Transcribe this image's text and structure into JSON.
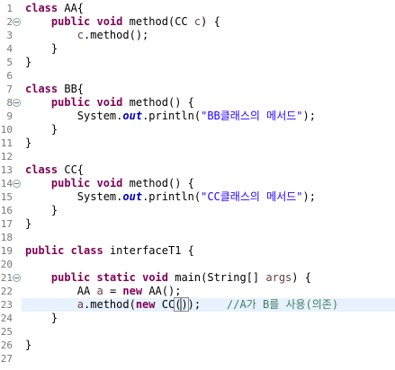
{
  "editor": {
    "current_line": 23,
    "lines": [
      {
        "n": "1",
        "fold": false,
        "tokens": [
          {
            "t": "kw",
            "v": "class"
          },
          {
            "t": "",
            "v": " AA{"
          }
        ]
      },
      {
        "n": "2",
        "fold": true,
        "tokens": [
          {
            "t": "",
            "v": "    "
          },
          {
            "t": "kw",
            "v": "public"
          },
          {
            "t": "",
            "v": " "
          },
          {
            "t": "kw",
            "v": "void"
          },
          {
            "t": "",
            "v": " method(CC "
          },
          {
            "t": "param",
            "v": "c"
          },
          {
            "t": "",
            "v": ") {"
          }
        ]
      },
      {
        "n": "3",
        "fold": false,
        "tokens": [
          {
            "t": "",
            "v": "        "
          },
          {
            "t": "param",
            "v": "c"
          },
          {
            "t": "",
            "v": ".method();"
          }
        ]
      },
      {
        "n": "4",
        "fold": false,
        "tokens": [
          {
            "t": "",
            "v": "    }"
          }
        ]
      },
      {
        "n": "5",
        "fold": false,
        "tokens": [
          {
            "t": "",
            "v": "}"
          }
        ]
      },
      {
        "n": "6",
        "fold": false,
        "tokens": []
      },
      {
        "n": "7",
        "fold": false,
        "tokens": [
          {
            "t": "kw",
            "v": "class"
          },
          {
            "t": "",
            "v": " BB{"
          }
        ]
      },
      {
        "n": "8",
        "fold": true,
        "tokens": [
          {
            "t": "",
            "v": "    "
          },
          {
            "t": "kw",
            "v": "public"
          },
          {
            "t": "",
            "v": " "
          },
          {
            "t": "kw",
            "v": "void"
          },
          {
            "t": "",
            "v": " method() {"
          }
        ]
      },
      {
        "n": "9",
        "fold": false,
        "tokens": [
          {
            "t": "",
            "v": "        System."
          },
          {
            "t": "st",
            "v": "out"
          },
          {
            "t": "",
            "v": ".println("
          },
          {
            "t": "str",
            "v": "\"BB클래스의 메서드\""
          },
          {
            "t": "",
            "v": ");"
          }
        ]
      },
      {
        "n": "10",
        "fold": false,
        "tokens": [
          {
            "t": "",
            "v": "    }"
          }
        ]
      },
      {
        "n": "11",
        "fold": false,
        "tokens": [
          {
            "t": "",
            "v": "}"
          }
        ]
      },
      {
        "n": "12",
        "fold": false,
        "tokens": []
      },
      {
        "n": "13",
        "fold": false,
        "tokens": [
          {
            "t": "kw",
            "v": "class"
          },
          {
            "t": "",
            "v": " CC{"
          }
        ]
      },
      {
        "n": "14",
        "fold": true,
        "tokens": [
          {
            "t": "",
            "v": "    "
          },
          {
            "t": "kw",
            "v": "public"
          },
          {
            "t": "",
            "v": " "
          },
          {
            "t": "kw",
            "v": "void"
          },
          {
            "t": "",
            "v": " method() {"
          }
        ]
      },
      {
        "n": "15",
        "fold": false,
        "tokens": [
          {
            "t": "",
            "v": "        System."
          },
          {
            "t": "st",
            "v": "out"
          },
          {
            "t": "",
            "v": ".println("
          },
          {
            "t": "str",
            "v": "\"CC클래스의 메서드\""
          },
          {
            "t": "",
            "v": ");"
          }
        ]
      },
      {
        "n": "16",
        "fold": false,
        "tokens": [
          {
            "t": "",
            "v": "    }"
          }
        ]
      },
      {
        "n": "17",
        "fold": false,
        "tokens": [
          {
            "t": "",
            "v": "}"
          }
        ]
      },
      {
        "n": "18",
        "fold": false,
        "tokens": []
      },
      {
        "n": "19",
        "fold": false,
        "tokens": [
          {
            "t": "kw",
            "v": "public"
          },
          {
            "t": "",
            "v": " "
          },
          {
            "t": "kw",
            "v": "class"
          },
          {
            "t": "",
            "v": " interfaceT1 {"
          }
        ]
      },
      {
        "n": "20",
        "fold": false,
        "tokens": []
      },
      {
        "n": "21",
        "fold": true,
        "tokens": [
          {
            "t": "",
            "v": "    "
          },
          {
            "t": "kw",
            "v": "public"
          },
          {
            "t": "",
            "v": " "
          },
          {
            "t": "kw",
            "v": "static"
          },
          {
            "t": "",
            "v": " "
          },
          {
            "t": "kw",
            "v": "void"
          },
          {
            "t": "",
            "v": " main(String[] "
          },
          {
            "t": "param",
            "v": "args"
          },
          {
            "t": "",
            "v": ") {"
          }
        ]
      },
      {
        "n": "22",
        "fold": false,
        "tokens": [
          {
            "t": "",
            "v": "        AA "
          },
          {
            "t": "param",
            "v": "a"
          },
          {
            "t": "",
            "v": " = "
          },
          {
            "t": "kw",
            "v": "new"
          },
          {
            "t": "",
            "v": " AA();"
          }
        ]
      },
      {
        "n": "23",
        "fold": false,
        "tokens": [
          {
            "t": "",
            "v": "        "
          },
          {
            "t": "param",
            "v": "a"
          },
          {
            "t": "",
            "v": ".method("
          },
          {
            "t": "kw",
            "v": "new"
          },
          {
            "t": "",
            "v": " CC"
          },
          {
            "t": "box",
            "v": "("
          },
          {
            "t": "caret",
            "v": ""
          },
          {
            "t": "box",
            "v": ")"
          },
          {
            "t": "",
            "v": ");    "
          },
          {
            "t": "cm",
            "v": "//A가 B를 사용(의존)"
          }
        ]
      },
      {
        "n": "24",
        "fold": false,
        "tokens": [
          {
            "t": "",
            "v": "    }"
          }
        ]
      },
      {
        "n": "25",
        "fold": false,
        "tokens": []
      },
      {
        "n": "26",
        "fold": false,
        "tokens": [
          {
            "t": "",
            "v": "}"
          }
        ]
      },
      {
        "n": "27",
        "fold": false,
        "tokens": []
      }
    ]
  }
}
